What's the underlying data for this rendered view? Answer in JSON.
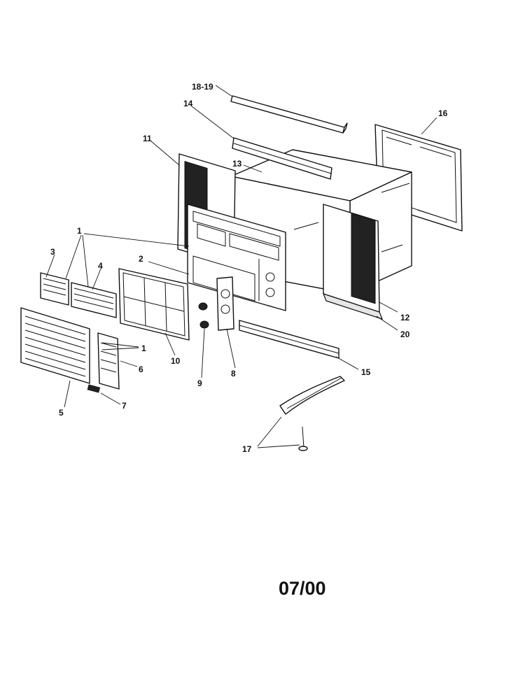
{
  "labels": {
    "l18_19": "18-19",
    "l14": "14",
    "l16": "16",
    "l11": "11",
    "l13": "13",
    "l1a": "1",
    "l3": "3",
    "l4": "4",
    "l2": "2",
    "l1b": "1",
    "l10": "10",
    "l6": "6",
    "l5": "5",
    "l7": "7",
    "l9": "9",
    "l8": "8",
    "l12": "12",
    "l20": "20",
    "l15": "15",
    "l17": "17"
  },
  "revision_date": "07/00"
}
